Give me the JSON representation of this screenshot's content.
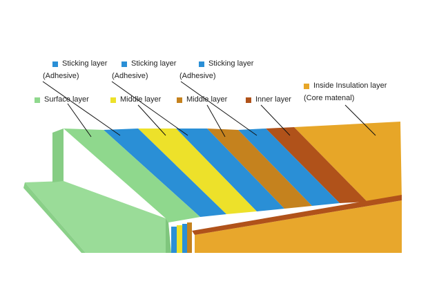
{
  "colors": {
    "surface": "#8fd88d",
    "sticking": "#2a8fd6",
    "middle_yellow": "#ede12a",
    "middle_brown": "#c5821e",
    "inner": "#b0521a",
    "core": "#e7a628"
  },
  "labels": {
    "sticking_1": "Sticking layer",
    "sticking_2": "Sticking layer",
    "sticking_3": "Sticking layer",
    "adhesive_1": "(Adhesive)",
    "adhesive_2": "(Adhesive)",
    "adhesive_3": "(Adhesive)",
    "surface": "Surface layer",
    "middle_1": "Middle layer",
    "middle_2": "Middle layer",
    "inner": "Inner layer",
    "core": "Inside Insulation layer",
    "core_sub": "(Core matenal)"
  }
}
